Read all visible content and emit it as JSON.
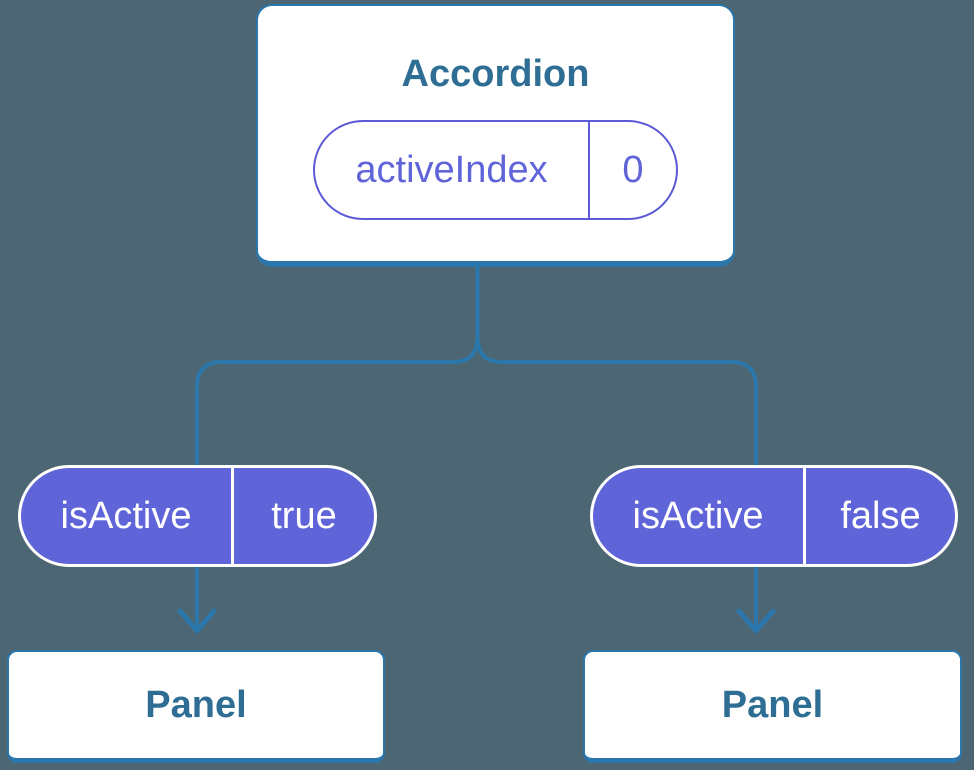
{
  "colors": {
    "background": "#4d6673",
    "connector_blue": "#2b77ab",
    "component_text_blue": "#2f6e94",
    "purple_fill": "#6064d9",
    "purple_outline": "#5b59d6",
    "pill_text_purple": "#6064d9",
    "white": "#ffffff"
  },
  "root_component": {
    "title": "Accordion",
    "state": {
      "name": "activeIndex",
      "value": "0"
    }
  },
  "children": [
    {
      "prop": {
        "name": "isActive",
        "value": "true"
      },
      "component": {
        "title": "Panel"
      }
    },
    {
      "prop": {
        "name": "isActive",
        "value": "false"
      },
      "component": {
        "title": "Panel"
      }
    }
  ]
}
